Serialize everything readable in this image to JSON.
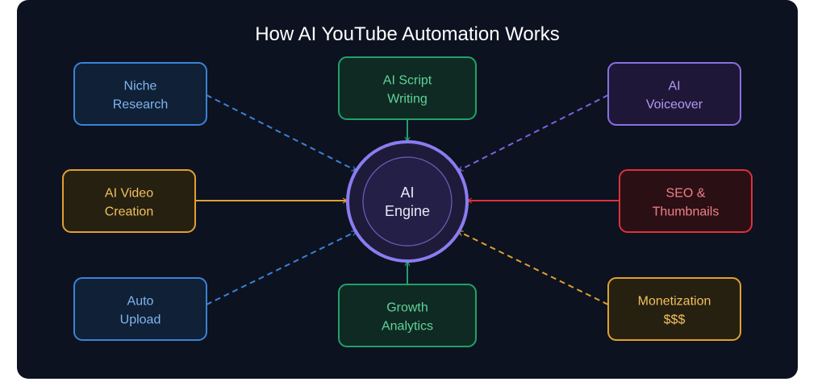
{
  "title": "How AI YouTube Automation Works",
  "hub": {
    "lines": [
      "AI",
      "Engine"
    ],
    "fill": "#1e1b3a",
    "inner_fill": "#241f47",
    "stroke": "#8b7cf0",
    "text_color": "#e6e8f5"
  },
  "nodes": [
    {
      "id": "niche-research",
      "lines": [
        "Niche",
        "Research"
      ],
      "fill": "#102036",
      "stroke": "#3b82d6",
      "text": "#7fb5ee",
      "arrow": "#3b82d6",
      "dashed": true
    },
    {
      "id": "ai-script-writing",
      "lines": [
        "AI Script",
        "Writing"
      ],
      "fill": "#0f2a22",
      "stroke": "#22a06b",
      "text": "#5fd39b",
      "arrow": "#22a06b",
      "dashed": false
    },
    {
      "id": "ai-voiceover",
      "lines": [
        "AI",
        "Voiceover"
      ],
      "fill": "#1f1738",
      "stroke": "#8a6fe0",
      "text": "#b19af3",
      "arrow": "#7a64e0",
      "dashed": true
    },
    {
      "id": "ai-video-creation",
      "lines": [
        "AI Video",
        "Creation"
      ],
      "fill": "#262010",
      "stroke": "#e0a030",
      "text": "#f0c060",
      "arrow": "#e0a030",
      "dashed": false
    },
    {
      "id": "seo-thumbnails",
      "lines": [
        "SEO &",
        "Thumbnails"
      ],
      "fill": "#2a0f14",
      "stroke": "#e0303c",
      "text": "#f08088",
      "arrow": "#e0303c",
      "dashed": false
    },
    {
      "id": "auto-upload",
      "lines": [
        "Auto",
        "Upload"
      ],
      "fill": "#102036",
      "stroke": "#3b82d6",
      "text": "#7fb5ee",
      "arrow": "#3b82d6",
      "dashed": true
    },
    {
      "id": "growth-analytics",
      "lines": [
        "Growth",
        "Analytics"
      ],
      "fill": "#0f2a22",
      "stroke": "#22a06b",
      "text": "#5fd39b",
      "arrow": "#22a06b",
      "dashed": false
    },
    {
      "id": "monetization",
      "lines": [
        "Monetization",
        "$$$"
      ],
      "fill": "#262010",
      "stroke": "#e0a030",
      "text": "#f0c060",
      "arrow": "#e0a030",
      "dashed": true
    }
  ],
  "colors": {
    "background": "#0c1220",
    "title": "#ffffff"
  }
}
